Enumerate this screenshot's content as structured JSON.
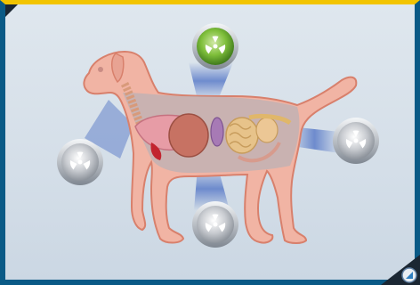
{
  "scene": {
    "subject": "dog-xray-anatomy",
    "colors": {
      "frame_top": "#f2c400",
      "frame_side": "#0a5a86",
      "background": "#d4dee8",
      "dog_fur": "#f1b4a4",
      "dog_outline": "#d8806c",
      "xray_beam": "#5f80c8",
      "selected_button": "#7fbf3b",
      "default_button": "#b9bcc1"
    },
    "radiation_buttons": [
      {
        "id": "top",
        "state": "selected",
        "icon": "radiation-icon"
      },
      {
        "id": "left",
        "state": "default",
        "icon": "radiation-icon"
      },
      {
        "id": "bottom",
        "state": "default",
        "icon": "radiation-icon"
      },
      {
        "id": "right",
        "state": "default",
        "icon": "radiation-icon"
      }
    ]
  },
  "navigation": {
    "corner_icon": "next-arrow-icon"
  }
}
